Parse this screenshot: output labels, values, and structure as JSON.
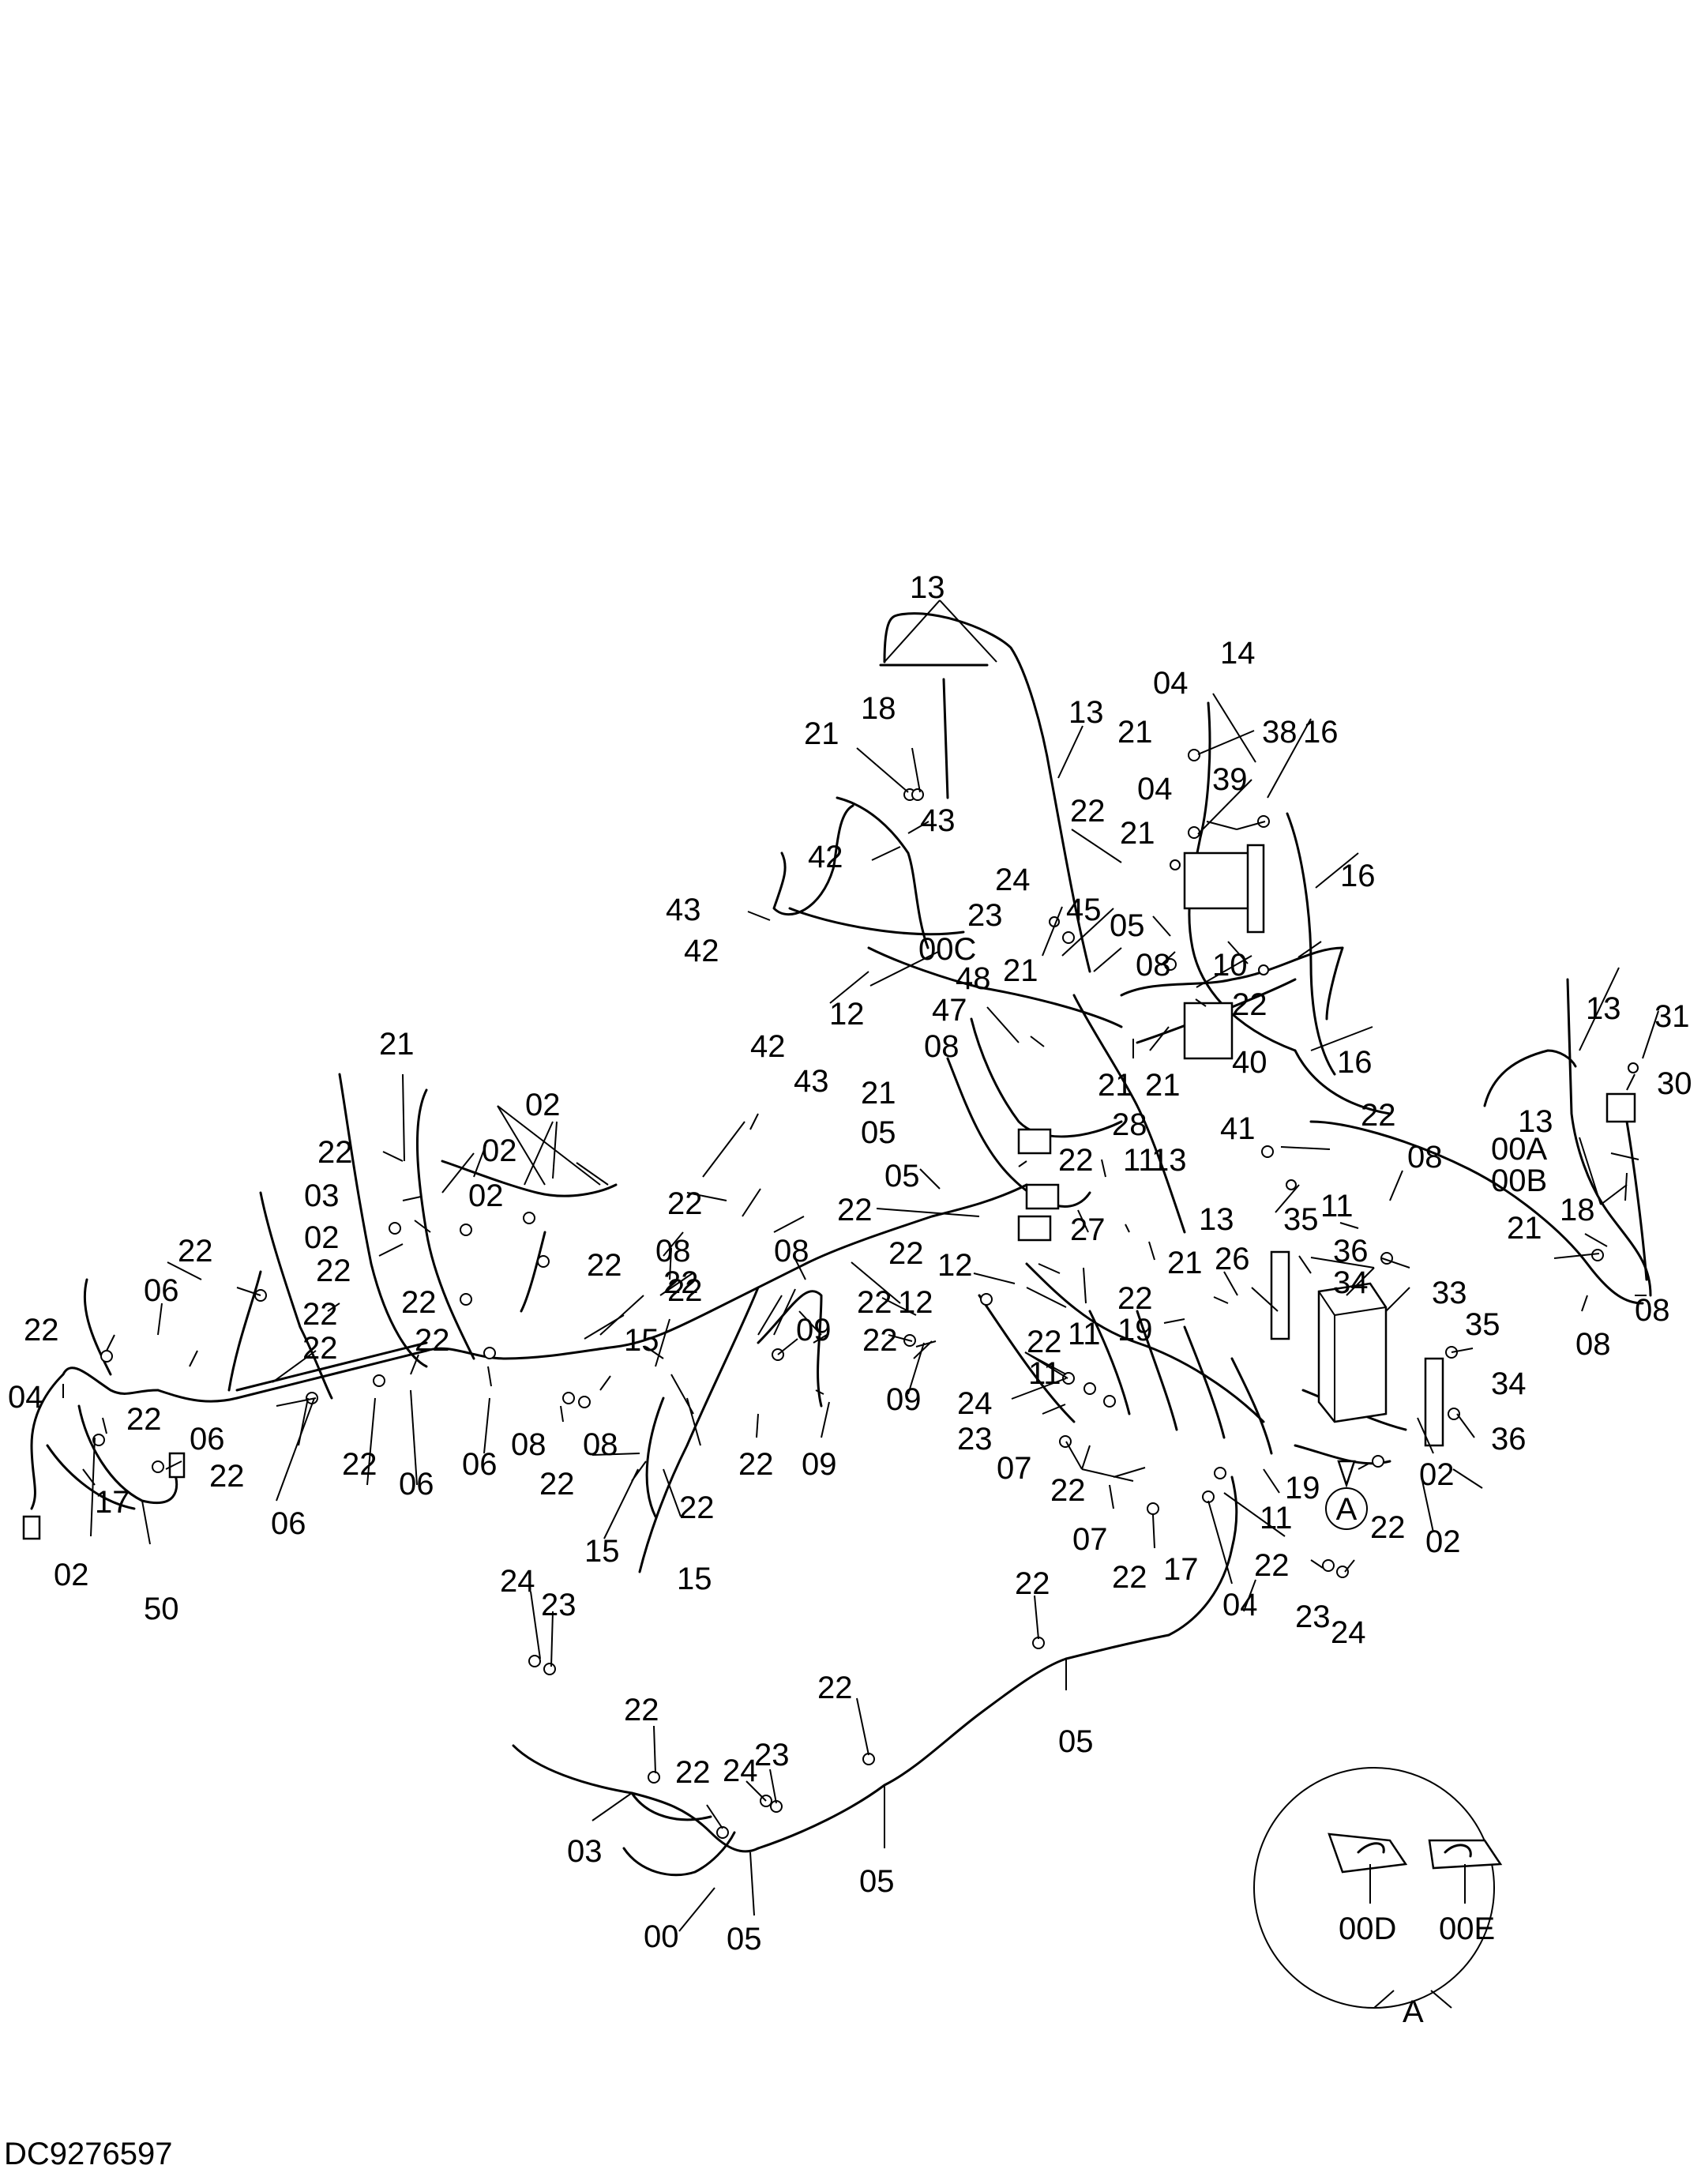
{
  "drawing": {
    "id": "DC9276597",
    "detail_label": "A",
    "detail_marker": "A"
  },
  "callouts": {
    "c13a": "13",
    "c13b": "13",
    "c13c": "13",
    "c13d": "13",
    "c13e": "13",
    "c13f": "13",
    "c18a": "18",
    "c18b": "18",
    "c21a": "21",
    "c21b": "21",
    "c21c": "21",
    "c21d": "21",
    "c21e": "21",
    "c21f": "21",
    "c21g": "21",
    "c21h": "21",
    "c21i": "21",
    "c21j": "21",
    "c43a": "43",
    "c43b": "43",
    "c43c": "43",
    "c42a": "42",
    "c42b": "42",
    "c42c": "42",
    "c00C": "00C",
    "c04a": "04",
    "c04b": "04",
    "c04c": "04",
    "c04d": "04",
    "c14": "14",
    "c38": "38",
    "c39": "39",
    "c16a": "16",
    "c16b": "16",
    "c16c": "16",
    "c22a": "22",
    "c22b": "22",
    "c22c": "22",
    "c22d": "22",
    "c22e": "22",
    "c22f": "22",
    "c22g": "22",
    "c22h": "22",
    "c22i": "22",
    "c22j": "22",
    "c22k": "22",
    "c22l": "22",
    "c22m": "22",
    "c22n": "22",
    "c22o": "22",
    "c22p": "22",
    "c22q": "22",
    "c22r": "22",
    "c22s": "22",
    "c22t": "22",
    "c22u": "22",
    "c22v": "22",
    "c22w": "22",
    "c22x": "22",
    "c22y": "22",
    "c22z": "22",
    "c22aa": "22",
    "c22ab": "22",
    "c22ac": "22",
    "c22ad": "22",
    "c22ae": "22",
    "c22af": "22",
    "c22ag": "22",
    "c22ah": "22",
    "c22ai": "22",
    "c24a": "24",
    "c24b": "24",
    "c24c": "24",
    "c24d": "24",
    "c24e": "24",
    "c23a": "23",
    "c23b": "23",
    "c23c": "23",
    "c23d": "23",
    "c23e": "23",
    "c45": "45",
    "c05a": "05",
    "c05b": "05",
    "c05c": "05",
    "c05d": "05",
    "c05e": "05",
    "c05f": "05",
    "c08a": "08",
    "c08b": "08",
    "c08c": "08",
    "c08d": "08",
    "c08e": "08",
    "c08f": "08",
    "c08g": "08",
    "c08h": "08",
    "c10": "10",
    "c40": "40",
    "c41": "41",
    "c48": "48",
    "c47": "47",
    "c28": "28",
    "c31": "31",
    "c30": "30",
    "c00A": "00A",
    "c00B": "00B",
    "c02a": "02",
    "c02b": "02",
    "c02c": "02",
    "c02d": "02",
    "c02e": "02",
    "c02f": "02",
    "c02g": "02",
    "c03a": "03",
    "c03b": "03",
    "c06a": "06",
    "c06b": "06",
    "c06c": "06",
    "c06d": "06",
    "c06e": "06",
    "c11a": "11",
    "c11b": "11",
    "c11c": "11",
    "c11d": "11",
    "c11e": "11",
    "c12a": "12",
    "c12b": "12",
    "c27": "27",
    "c26": "26",
    "c35a": "35",
    "c35b": "35",
    "c36a": "36",
    "c36b": "36",
    "c34a": "34",
    "c34b": "34",
    "c33": "33",
    "c19a": "19",
    "c19b": "19",
    "c15a": "15",
    "c15b": "15",
    "c15c": "15",
    "c09a": "09",
    "c09b": "09",
    "c07a": "07",
    "c07b": "07",
    "c17a": "17",
    "c17b": "17",
    "c50": "50",
    "c00": "00",
    "c00D": "00D",
    "c00E": "00E"
  }
}
